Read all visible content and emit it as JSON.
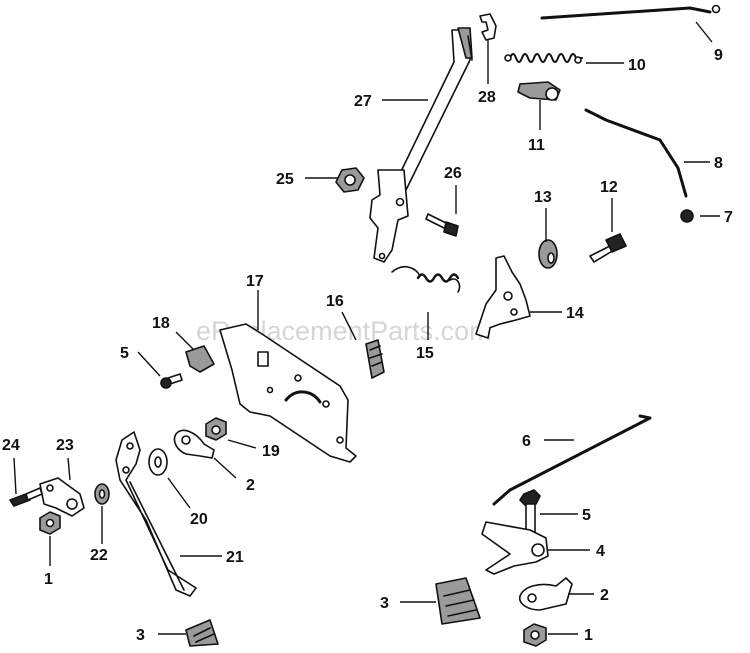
{
  "watermark": "eReplacementParts.com",
  "callouts": {
    "c1a": "1",
    "c1b": "1",
    "c2a": "2",
    "c2b": "2",
    "c3a": "3",
    "c3b": "3",
    "c4": "4",
    "c5a": "5",
    "c5b": "5",
    "c6": "6",
    "c7": "7",
    "c8": "8",
    "c9": "9",
    "c10": "10",
    "c11": "11",
    "c12": "12",
    "c13": "13",
    "c14": "14",
    "c15": "15",
    "c16": "16",
    "c17": "17",
    "c18": "18",
    "c19": "19",
    "c20": "20",
    "c21": "21",
    "c22": "22",
    "c23": "23",
    "c24": "24",
    "c25": "25",
    "c26": "26",
    "c27": "27",
    "c28": "28"
  }
}
